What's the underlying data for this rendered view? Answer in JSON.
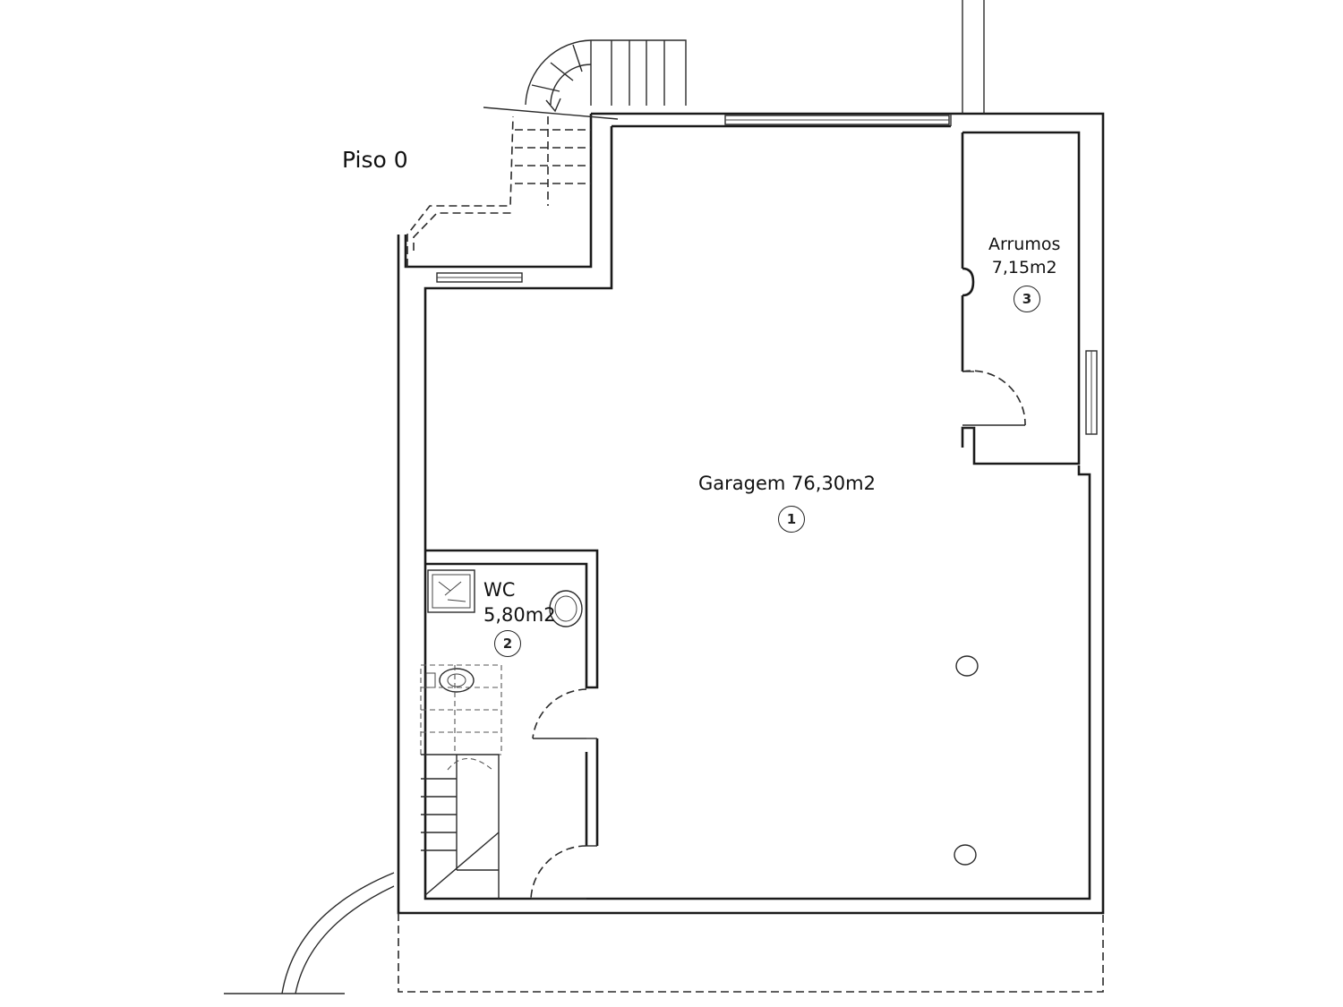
{
  "floor_title": "Piso 0",
  "rooms": [
    {
      "name": "Garagem",
      "area": "76,30m2",
      "number": "1"
    },
    {
      "name": "WC",
      "area": "5,80m2",
      "number": "2"
    },
    {
      "name": "Arrumos",
      "area": "7,15m2",
      "number": "3"
    }
  ],
  "colors": {
    "line": "#1a1a1a",
    "background": "#ffffff"
  }
}
